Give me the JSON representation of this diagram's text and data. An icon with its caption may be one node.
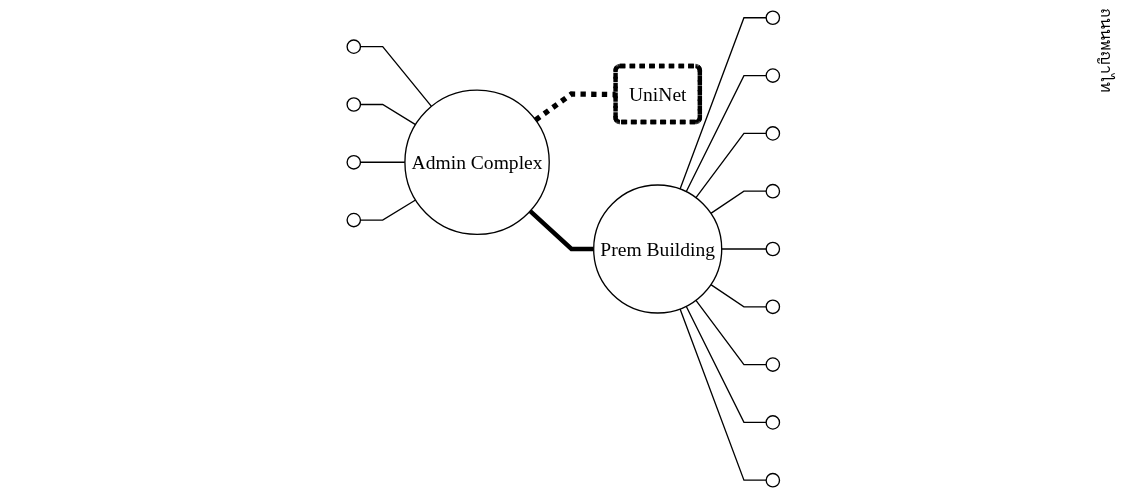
{
  "diagram": {
    "nodes": [
      {
        "text": [
          "Admin Complex"
        ]
      },
      {
        "text": [
          "UniNet"
        ]
      },
      {
        "text": [
          "Prem Building"
        ]
      },
      {
        "text": [],
        "shape": "circle"
      },
      {
        "text": [],
        "shape": "circle"
      },
      {
        "text": [],
        "shape": "circle"
      },
      {
        "text": [],
        "shape": "circle"
      },
      {
        "text": [],
        "shape": "circle"
      },
      {
        "text": [],
        "shape": "circle"
      },
      {
        "text": [],
        "shape": "circle"
      },
      {
        "text": [],
        "shape": "circle"
      },
      {
        "text": [],
        "shape": "circle"
      },
      {
        "text": [],
        "shape": "circle"
      },
      {
        "text": [],
        "shape": "circle"
      },
      {
        "text": [],
        "shape": "circle"
      },
      {
        "text": [],
        "shape": "circle"
      }
    ],
    "edges": [
      {
        "from": 0,
        "to": 1,
        "arrow": "none",
        "style": "dashed"
      },
      {
        "from": 0,
        "to": 2,
        "arrow": "none",
        "style": "thick"
      },
      {
        "from": 3,
        "to": 0,
        "arrow": "none"
      },
      {
        "from": 4,
        "to": 0,
        "arrow": "none"
      },
      {
        "from": 5,
        "to": 0,
        "arrow": "none"
      },
      {
        "from": 6,
        "to": 0,
        "arrow": "none"
      },
      {
        "from": 2,
        "to": 7,
        "arrow": "none"
      },
      {
        "from": 2,
        "to": 8,
        "arrow": "none"
      },
      {
        "from": 2,
        "to": 9,
        "arrow": "none"
      },
      {
        "from": 2,
        "to": 10,
        "arrow": "none"
      },
      {
        "from": 2,
        "to": 11,
        "arrow": "none"
      },
      {
        "from": 2,
        "to": 12,
        "arrow": "none"
      },
      {
        "from": 2,
        "to": 13,
        "arrow": "none"
      },
      {
        "from": 2,
        "to": 14,
        "arrow": "none"
      },
      {
        "from": 2,
        "to": 15,
        "arrow": "none"
      }
    ],
    "labels": [
      "ถนนพญาไท"
    ]
  }
}
